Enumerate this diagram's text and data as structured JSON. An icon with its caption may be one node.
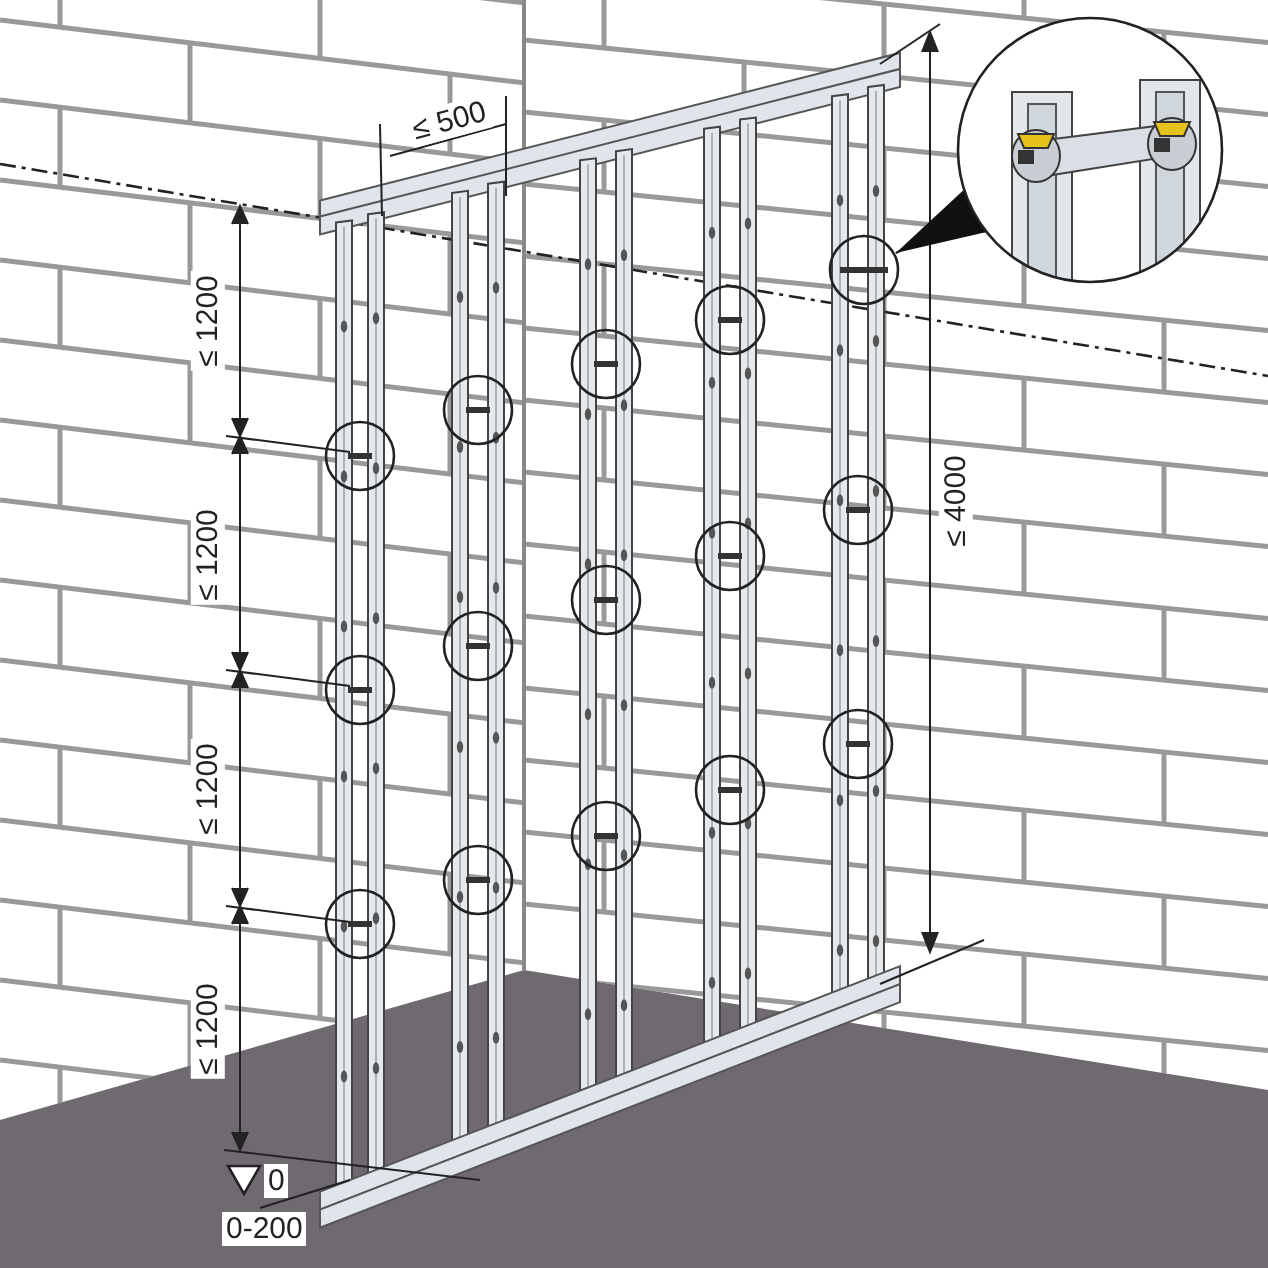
{
  "diagram": {
    "nodes": [
      {
        "text": [],
        "shape": "circle"
      },
      {
        "text": [],
        "shape": "picture"
      }
    ],
    "edges": [
      {
        "from": 1,
        "to": 0,
        "arrow": "to"
      }
    ],
    "labels": [
      "≤ 500",
      "≤ 1200",
      "≤ 1200",
      "≤ 1200",
      "≤ 1200",
      "≤ 4000",
      "0",
      "0-200"
    ]
  }
}
